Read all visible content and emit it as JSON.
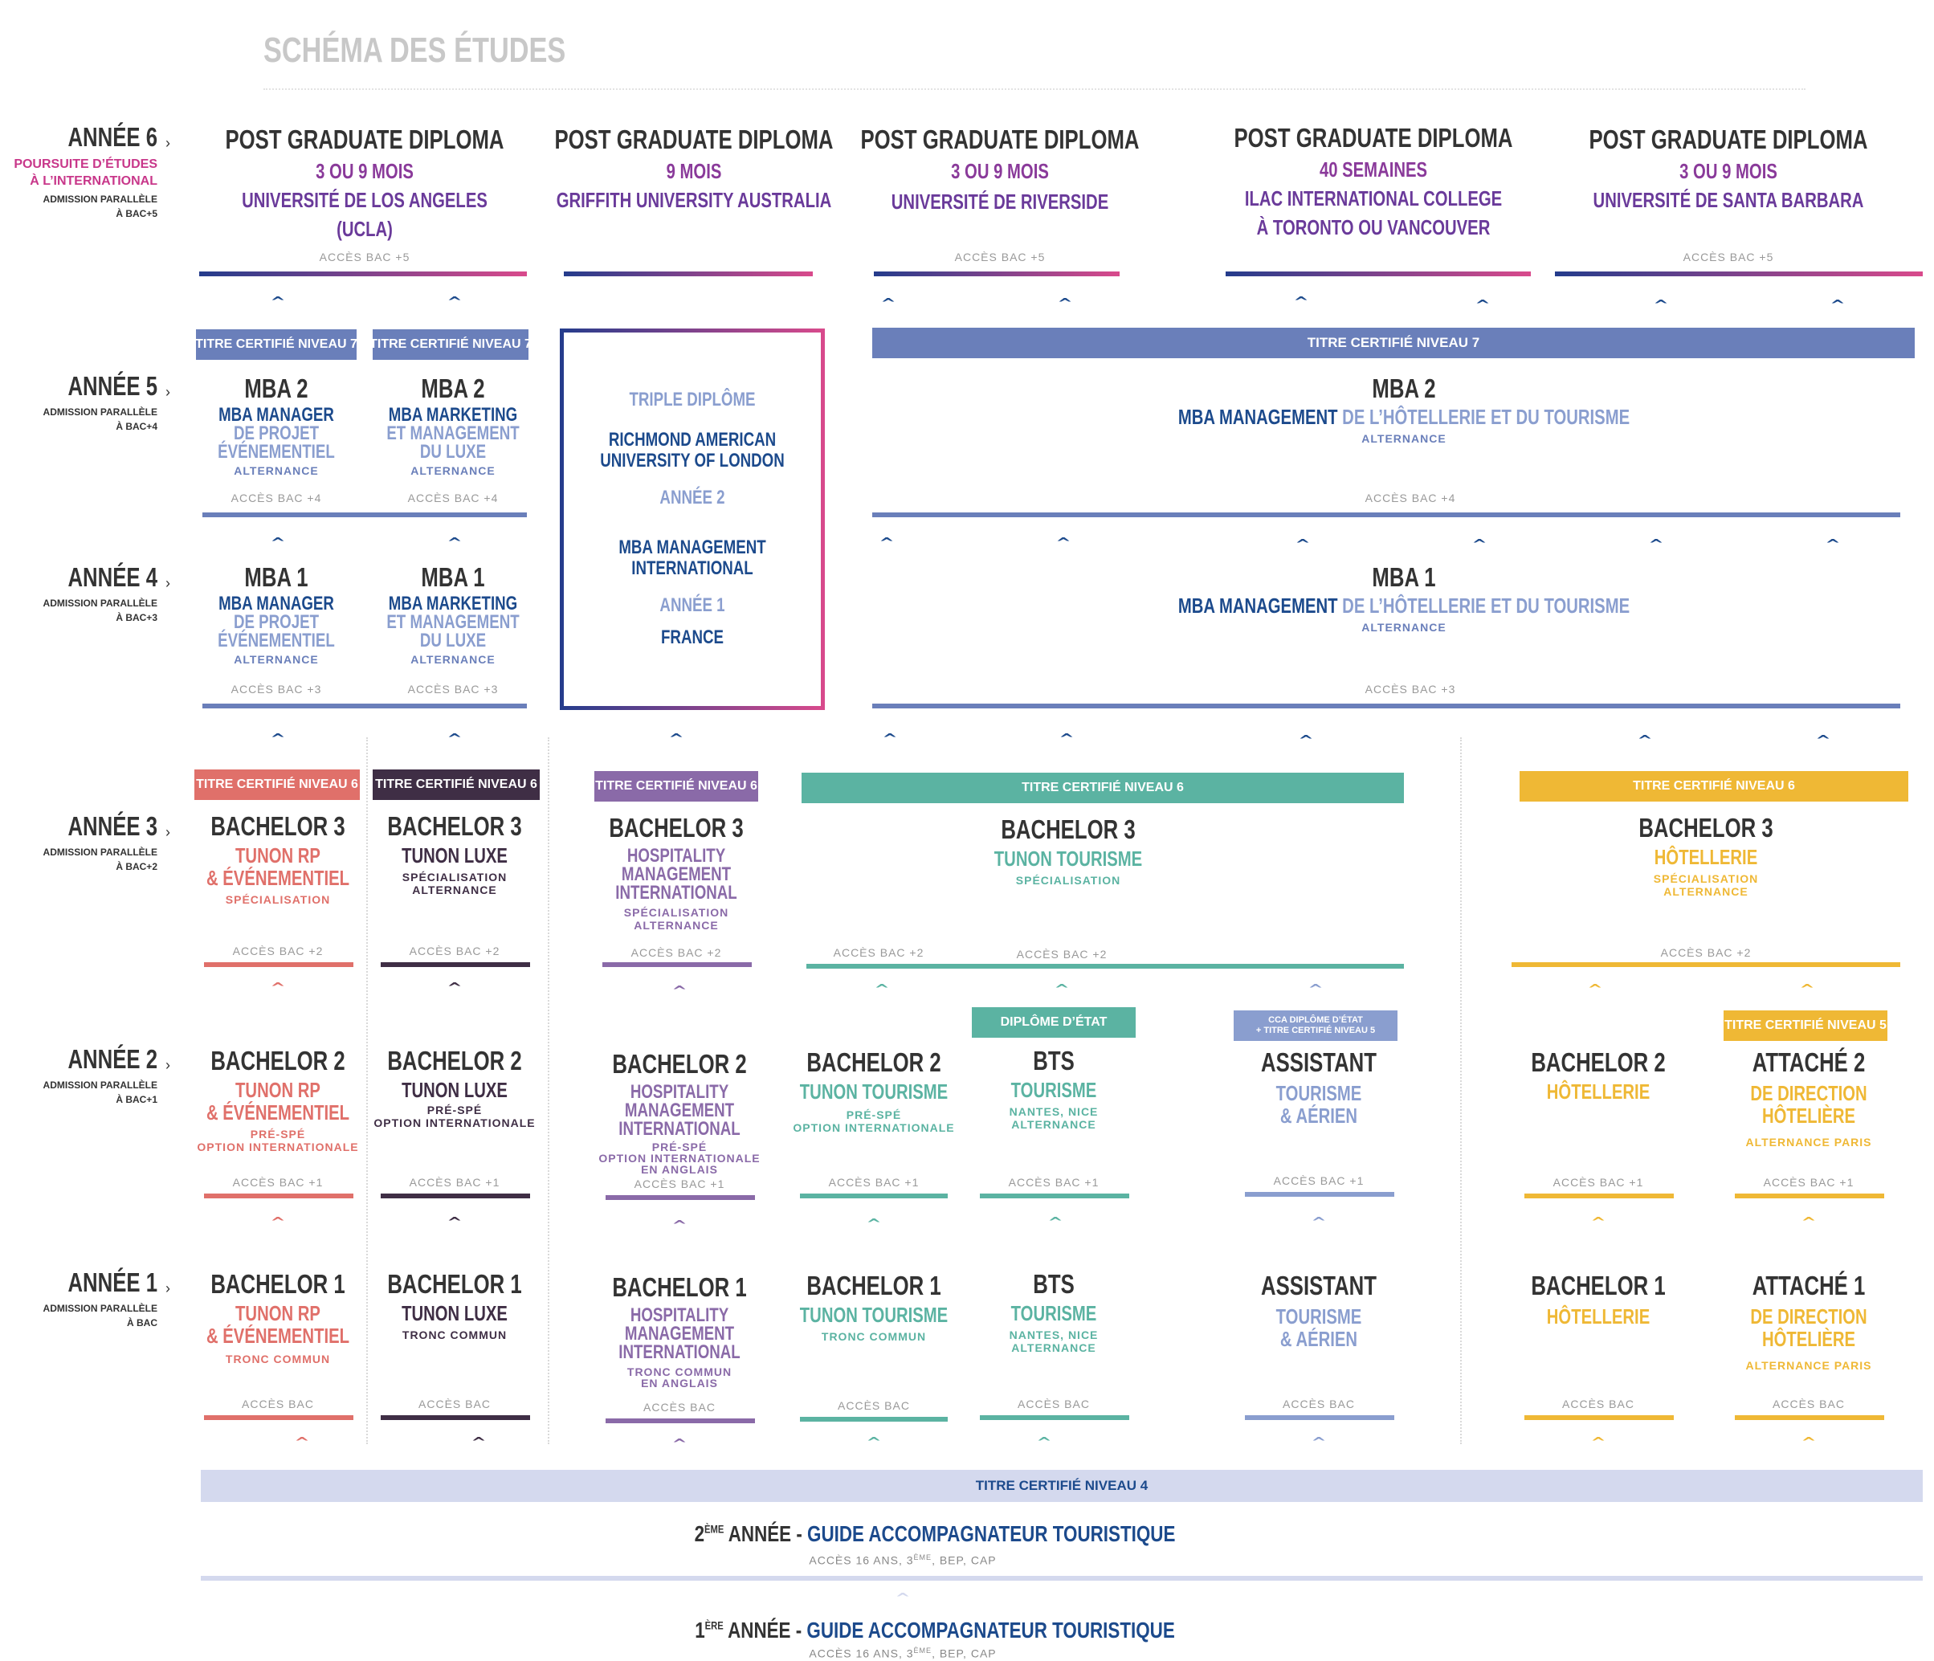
{
  "title": "SCHÉMA DES ÉTUDES",
  "colors": {
    "navy": "#1c4a8c",
    "grad_start": "#243c8c",
    "grad_end": "#d94a8c",
    "periwinkle": "#6a7fba",
    "salmon": "#e0706a",
    "plum": "#3f2e45",
    "mauve": "#8a6aa8",
    "teal": "#5bb3a2",
    "lavender": "#8a9ecf",
    "gold": "#efb835",
    "pale": "#d4d9ee",
    "pink": "#c8378a"
  },
  "years": [
    {
      "label": "ANNÉE 6",
      "extra": "POURSUITE D’ÉTUDES",
      "extra2": "À L’INTERNATIONAL",
      "adm": "ADMISSION PARALLÈLE",
      "bac": "À BAC+5"
    },
    {
      "label": "ANNÉE 5",
      "adm": "ADMISSION PARALLÈLE",
      "bac": "À BAC+4"
    },
    {
      "label": "ANNÉE 4",
      "adm": "ADMISSION PARALLÈLE",
      "bac": "À BAC+3"
    },
    {
      "label": "ANNÉE 3",
      "adm": "ADMISSION PARALLÈLE",
      "bac": "À BAC+2"
    },
    {
      "label": "ANNÉE 2",
      "adm": "ADMISSION PARALLÈLE",
      "bac": "À BAC+1"
    },
    {
      "label": "ANNÉE 1",
      "adm": "ADMISSION PARALLÈLE",
      "bac": "À BAC"
    }
  ],
  "pgd": [
    {
      "title": "POST GRADUATE DIPLOMA",
      "l1": "3 OU 9 MOIS",
      "l2": "UNIVERSITÉ DE LOS ANGELES",
      "l3": "(UCLA)",
      "acc": "ACCÈS BAC +5"
    },
    {
      "title": "POST GRADUATE DIPLOMA",
      "l1": "9 MOIS",
      "l2": "GRIFFITH UNIVERSITY AUSTRALIA"
    },
    {
      "title": "POST GRADUATE DIPLOMA",
      "l1": "3 OU 9 MOIS",
      "l2": "UNIVERSITÉ DE RIVERSIDE",
      "acc": "ACCÈS BAC +5"
    },
    {
      "title": "POST GRADUATE DIPLOMA",
      "l1": "40 SEMAINES",
      "l2": "ILAC INTERNATIONAL COLLEGE",
      "l3": "À TORONTO OU VANCOUVER"
    },
    {
      "title": "POST GRADUATE DIPLOMA",
      "l1": "3 OU 9 MOIS",
      "l2": "UNIVERSITÉ DE SANTA BARBARA",
      "acc": "ACCÈS BAC +5"
    }
  ],
  "headers": {
    "n7": "TITRE CERTIFIÉ NIVEAU 7",
    "n6": "TITRE CERTIFIÉ NIVEAU 6",
    "n5": "TITRE CERTIFIÉ NIVEAU 5",
    "n4": "TITRE CERTIFIÉ NIVEAU 4",
    "de": "DIPLÔME D’ÉTAT",
    "cca1": "CCA DIPLÔME D’ÉTAT",
    "cca2": "+ TITRE CERTIFIÉ NIVEAU 5"
  },
  "mba": {
    "mba2": "MBA 2",
    "mba1": "MBA 1",
    "mgr1": "MBA MANAGER",
    "mgr2": "DE PROJET",
    "mgr3": "ÉVÉNEMENTIEL",
    "mkt1": "MBA MARKETING",
    "mkt2": "ET MANAGEMENT",
    "mkt3": "DU LUXE",
    "hot_a": "MBA MANAGEMENT",
    "hot_b": "DE L’HÔTELLERIE ET DU TOURISME",
    "alt": "ALTERNANCE",
    "acc4": "ACCÈS BAC +4",
    "acc3": "ACCÈS BAC +3"
  },
  "triple": {
    "t": "TRIPLE DIPLÔME",
    "u1": "RICHMOND AMERICAN",
    "u2": "UNIVERSITY OF LONDON",
    "a2": "ANNÉE 2",
    "m1": "MBA MANAGEMENT",
    "m2": "INTERNATIONAL",
    "a1": "ANNÉE 1",
    "fr": "FRANCE"
  },
  "bachelor": {
    "b3": "BACHELOR 3",
    "b2": "BACHELOR 2",
    "b1": "BACHELOR 1",
    "rp1": "TUNON RP",
    "rp2": "& ÉVÉNEMENTIEL",
    "luxe": "TUNON LUXE",
    "hmi1": "HOSPITALITY",
    "hmi2": "MANAGEMENT",
    "hmi3": "INTERNATIONAL",
    "tour": "TUNON TOURISME",
    "hot": "HÔTELLERIE",
    "spe": "SPÉCIALISATION",
    "alt": "ALTERNANCE",
    "prespe": "PRÉ-SPÉ",
    "optint": "OPTION INTERNATIONALE",
    "optint2": "OPTION INTERNATIONALE",
    "enang": "EN ANGLAIS",
    "tronc": "TRONC COMMUN",
    "bts": "BTS",
    "tourisme": "TOURISME",
    "nice": "NANTES, NICE",
    "assist": "ASSISTANT",
    "tour2": "TOURISME",
    "aerien": "& AÉRIEN",
    "att2": "ATTACHÉ 2",
    "att1": "ATTACHÉ 1",
    "dir1": "DE DIRECTION",
    "dir2": "HÔTELIÈRE",
    "altp": "ALTERNANCE PARIS",
    "acc2": "ACCÈS BAC +2",
    "acc1": "ACCÈS BAC +1",
    "acc0": "ACCÈS BAC"
  },
  "guide": {
    "y2n": "2",
    "y2s": "ÈME",
    "y1n": "1",
    "y1s": "ÈRE",
    "an": " ANNÉE - ",
    "name": "GUIDE ACCOMPAGNATEUR TOURISTIQUE",
    "acc_a": "ACCÈS 16 ANS, 3",
    "acc_s": "ÈME",
    "acc_b": ", BEP, CAP"
  }
}
